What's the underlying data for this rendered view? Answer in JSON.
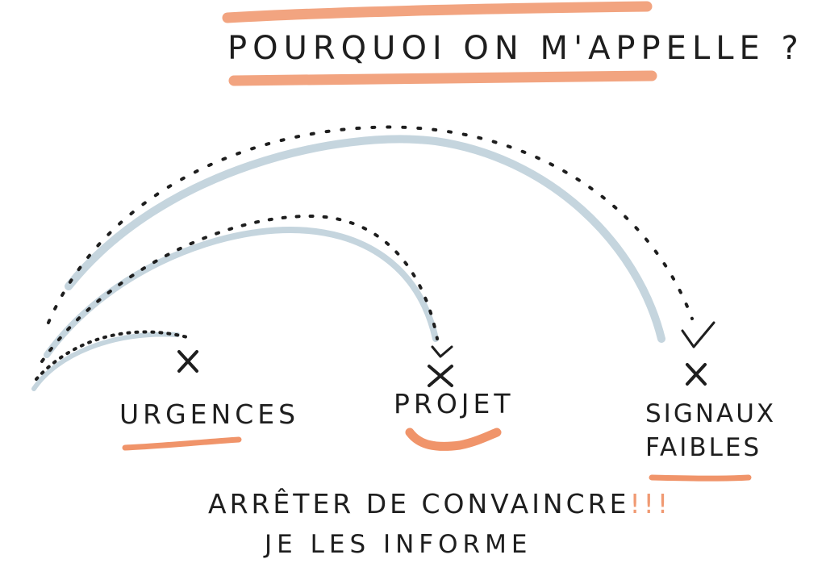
{
  "title": "POURQUOI ON M'APPELLE ?",
  "targets": [
    {
      "label": "URGENCES"
    },
    {
      "label": "PROJET"
    },
    {
      "label_line1": "SIGNAUX",
      "label_line2": "FAIBLES"
    }
  ],
  "footer": {
    "line1_text": "ARRÊTER DE CONVAINCRE",
    "line1_emphasis": "!!!",
    "line2": "JE LES INFORME"
  },
  "colors": {
    "ink": "#1e1e1e",
    "highlight": "#f0946a",
    "arc": "#c5d5de"
  }
}
